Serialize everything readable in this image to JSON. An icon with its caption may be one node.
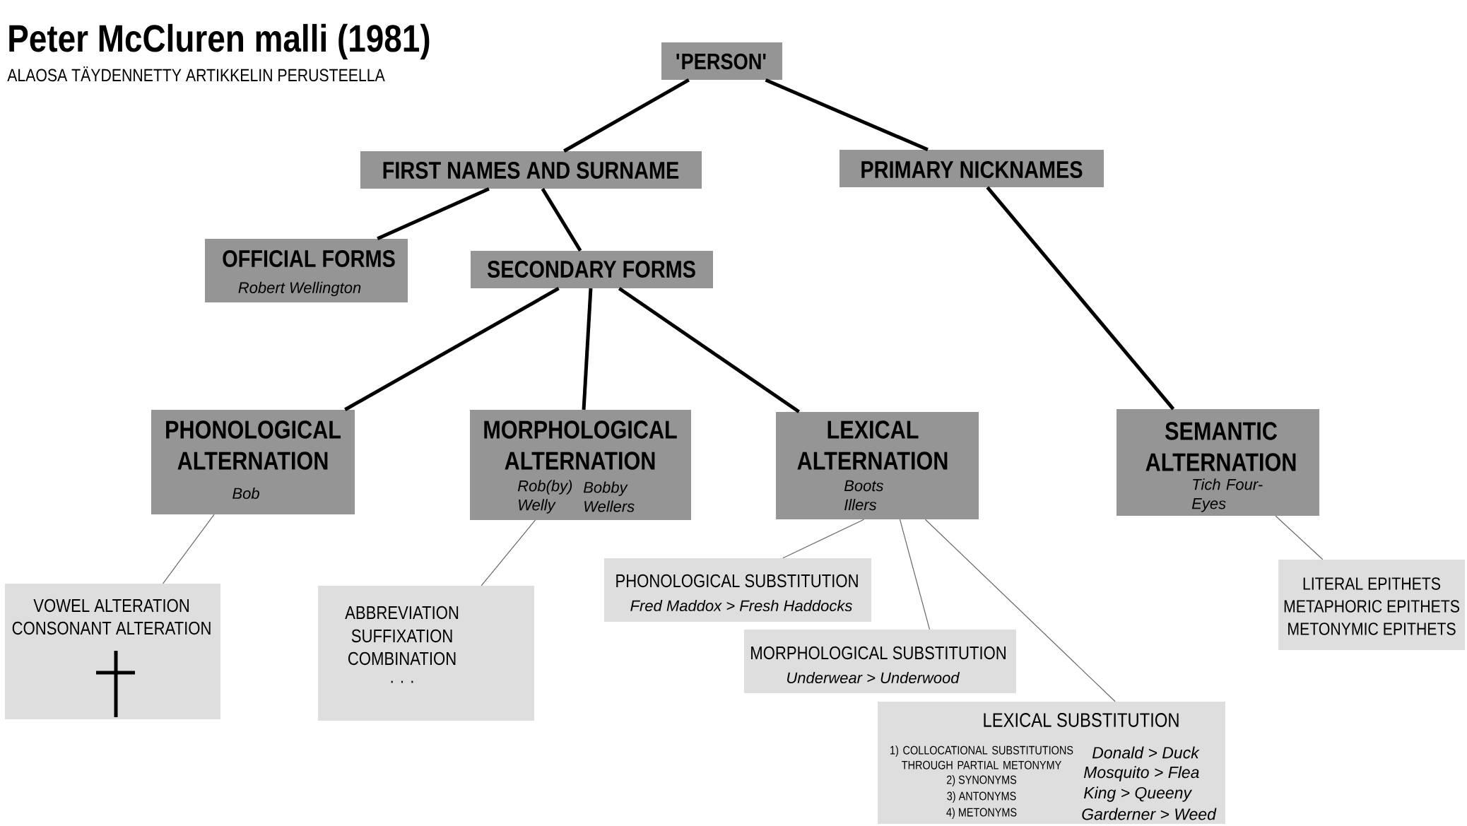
{
  "diagram": {
    "title": "Peter McCluren malli (1981)",
    "nodes": [
      {
        "text": [
          "'PERSON'"
        ]
      },
      {
        "text": [
          "FIRST NAMES AND SURNAME"
        ]
      },
      {
        "text": [
          "PRIMARY NICKNAMES"
        ]
      },
      {
        "text": [
          "OFFICIAL FORMS",
          "Robert Wellington"
        ]
      },
      {
        "text": [
          "SECONDARY FORMS"
        ]
      },
      {
        "text": [
          "PHONOLOGICAL ALTERNATION",
          "Bob"
        ]
      },
      {
        "text": [
          "MORPHOLOGICAL ALTERNATION",
          "Rob(by) Welly",
          "Bobby Wellers"
        ]
      },
      {
        "text": [
          "LEXICAL ALTERNATION",
          "Boots Illers"
        ]
      },
      {
        "text": [
          "SEMANTIC ALTERNATION",
          "Tich Four-Eyes"
        ]
      },
      {
        "text": [
          "VOWEL ALTERATION",
          "CONSONANT ALTERATION"
        ]
      },
      {
        "text": [
          "ABBREVIATION",
          "SUFFIXATION",
          "COMBINATION",
          ". . ."
        ]
      },
      {
        "text": [
          "PHONOLOGICAL SUBSTITUTION",
          "Fred Maddox > Fresh Haddocks"
        ]
      },
      {
        "text": [
          "MORPHOLOGICAL SUBSTITUTION",
          "Underwear > Underwood"
        ]
      },
      {
        "text": [
          "LEXICAL SUBSTITUTION",
          "1) COLLOCATIONAL SUBSTITUTIONS THROUGH PARTIAL METONYMY",
          "2) SYNONYMS",
          "3) ANTONYMS",
          "4) METONYMS",
          "Donald > Duck",
          "Mosquito > Flea",
          "King > Queeny",
          "Garderner > Weed"
        ]
      },
      {
        "text": [
          "LITERAL EPITHETS",
          "METAPHORIC EPITHETS",
          "METONYMIC EPITHETS"
        ]
      }
    ],
    "edges": [
      {
        "from": 0,
        "to": 1,
        "arrow": "none"
      },
      {
        "from": 0,
        "to": 2,
        "arrow": "none"
      },
      {
        "from": 1,
        "to": 3,
        "arrow": "none"
      },
      {
        "from": 1,
        "to": 4,
        "arrow": "none"
      },
      {
        "from": 4,
        "to": 5,
        "arrow": "none"
      },
      {
        "from": 4,
        "to": 6,
        "arrow": "none"
      },
      {
        "from": 4,
        "to": 7,
        "arrow": "none"
      },
      {
        "from": 2,
        "to": 8,
        "arrow": "none"
      },
      {
        "from": 5,
        "to": 9,
        "arrow": "none",
        "color": "#666666"
      },
      {
        "from": 6,
        "to": 10,
        "arrow": "none",
        "color": "#666666"
      },
      {
        "from": 7,
        "to": 11,
        "arrow": "none",
        "color": "#666666"
      },
      {
        "from": 7,
        "to": 12,
        "arrow": "none",
        "color": "#666666"
      },
      {
        "from": 7,
        "to": 13,
        "arrow": "none",
        "color": "#666666"
      },
      {
        "from": 8,
        "to": 14,
        "arrow": "none",
        "color": "#666666"
      }
    ],
    "labels": [
      "ALAOSA TÄYDENNETTY ARTIKKELIN PERUSTEELLA"
    ]
  }
}
